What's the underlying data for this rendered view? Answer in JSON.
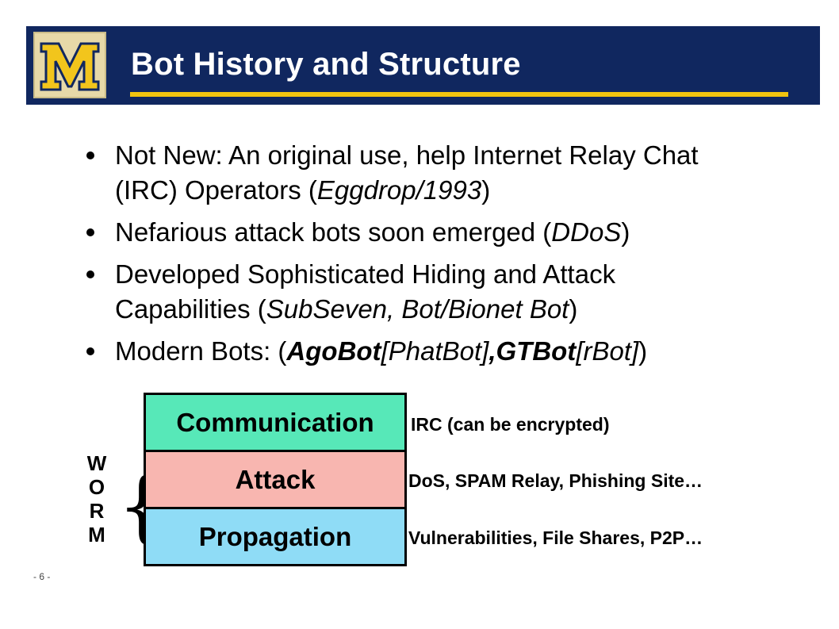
{
  "slide": {
    "title": "Bot History and Structure",
    "logo_letter": "M",
    "page_number": "- 6 -"
  },
  "bullets": [
    {
      "segments": [
        {
          "text": "Not New: An original use, help Internet Relay Chat (IRC) Operators  (",
          "style": "normal"
        },
        {
          "text": "Eggdrop/1993",
          "style": "italic"
        },
        {
          "text": ")",
          "style": "normal"
        }
      ]
    },
    {
      "segments": [
        {
          "text": "Nefarious attack bots soon emerged (",
          "style": "normal"
        },
        {
          "text": "DDoS",
          "style": "italic"
        },
        {
          "text": ")",
          "style": "normal"
        }
      ]
    },
    {
      "segments": [
        {
          "text": "Developed Sophisticated Hiding and Attack Capabilities (",
          "style": "normal"
        },
        {
          "text": "SubSeven, Bot/Bionet Bot",
          "style": "italic"
        },
        {
          "text": ")",
          "style": "normal"
        }
      ]
    },
    {
      "segments": [
        {
          "text": "Modern Bots: (",
          "style": "normal"
        },
        {
          "text": "AgoBot",
          "style": "bold-italic"
        },
        {
          "text": "[PhatBot]",
          "style": "italic"
        },
        {
          "text": ",GTBot",
          "style": "bold-italic"
        },
        {
          "text": "[rBot]",
          "style": "italic"
        },
        {
          "text": ")",
          "style": "normal"
        }
      ]
    }
  ],
  "diagram": {
    "layers": [
      {
        "label": "Communication",
        "color": "#57e8b8",
        "description": "IRC (can be encrypted)"
      },
      {
        "label": "Attack",
        "color": "#f8b6b0",
        "description": "DoS, SPAM Relay, Phishing Site…"
      },
      {
        "label": "Propagation",
        "color": "#8fdcf6",
        "description": "Vulnerabilities, File Shares, P2P…"
      }
    ],
    "worm_letters": [
      "W",
      "O",
      "R",
      "M"
    ],
    "brace": "{"
  },
  "colors": {
    "header_bg": "#10275f",
    "underline": "#f1c40f",
    "logo_gold": "#f2c51c"
  }
}
